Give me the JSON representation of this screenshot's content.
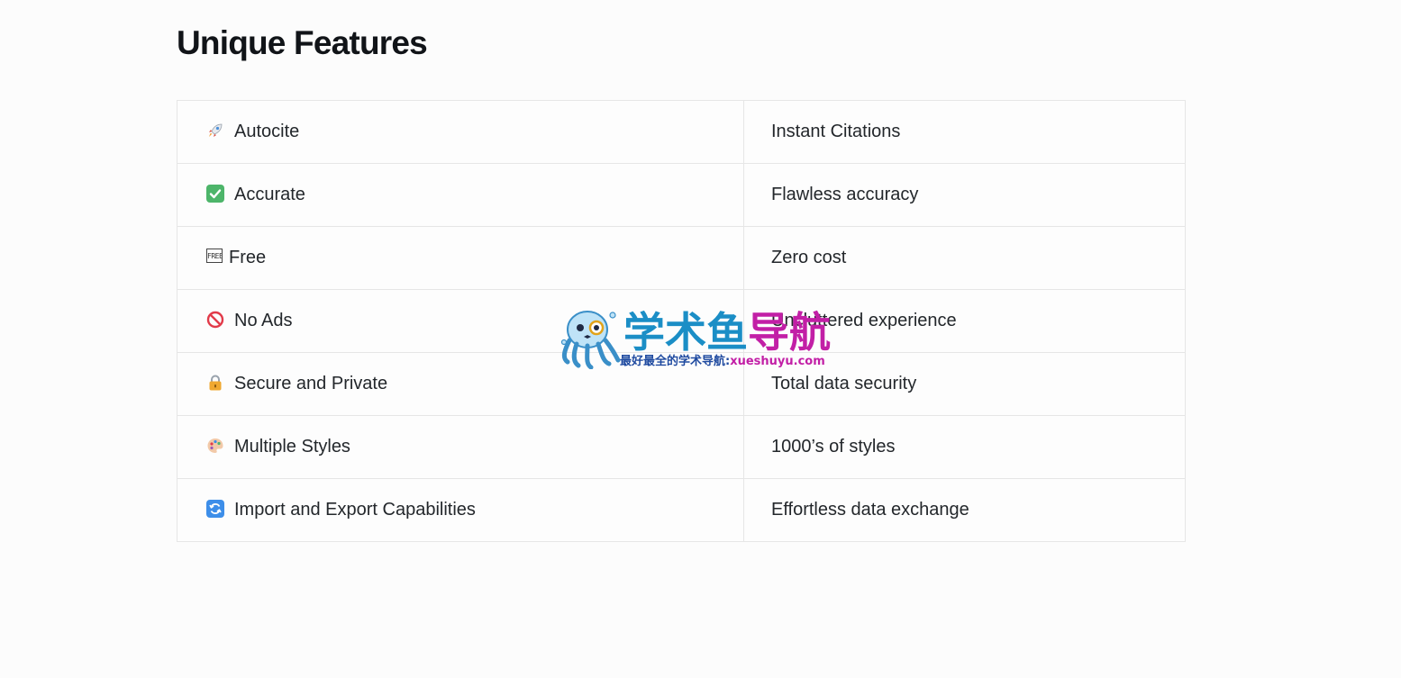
{
  "page": {
    "title": "Unique Features"
  },
  "features": [
    {
      "icon": "rocket-icon",
      "label": "Autocite",
      "description": "Instant Citations"
    },
    {
      "icon": "check-mark-button-icon",
      "label": "Accurate",
      "description": "Flawless accuracy"
    },
    {
      "icon": "free-button-icon",
      "icon_text": "FREE",
      "label": "Free",
      "description": "Zero cost"
    },
    {
      "icon": "prohibited-icon",
      "label": "No Ads",
      "description": "Uncluttered experience"
    },
    {
      "icon": "lock-icon",
      "label": "Secure and Private",
      "description": "Total data security"
    },
    {
      "icon": "artist-palette-icon",
      "label": "Multiple Styles",
      "description": "1000’s of styles"
    },
    {
      "icon": "counterclockwise-arrows-icon",
      "label": "Import and Export Capabilities",
      "description": "Effortless data exchange"
    }
  ],
  "watermark": {
    "title_part1": "学术鱼",
    "title_part2": "导航",
    "subtitle": "最好最全的学术导航:",
    "url": "xueshuyu.com",
    "colors": {
      "blue": "#1b8ec6",
      "magenta": "#c21fa6"
    }
  }
}
